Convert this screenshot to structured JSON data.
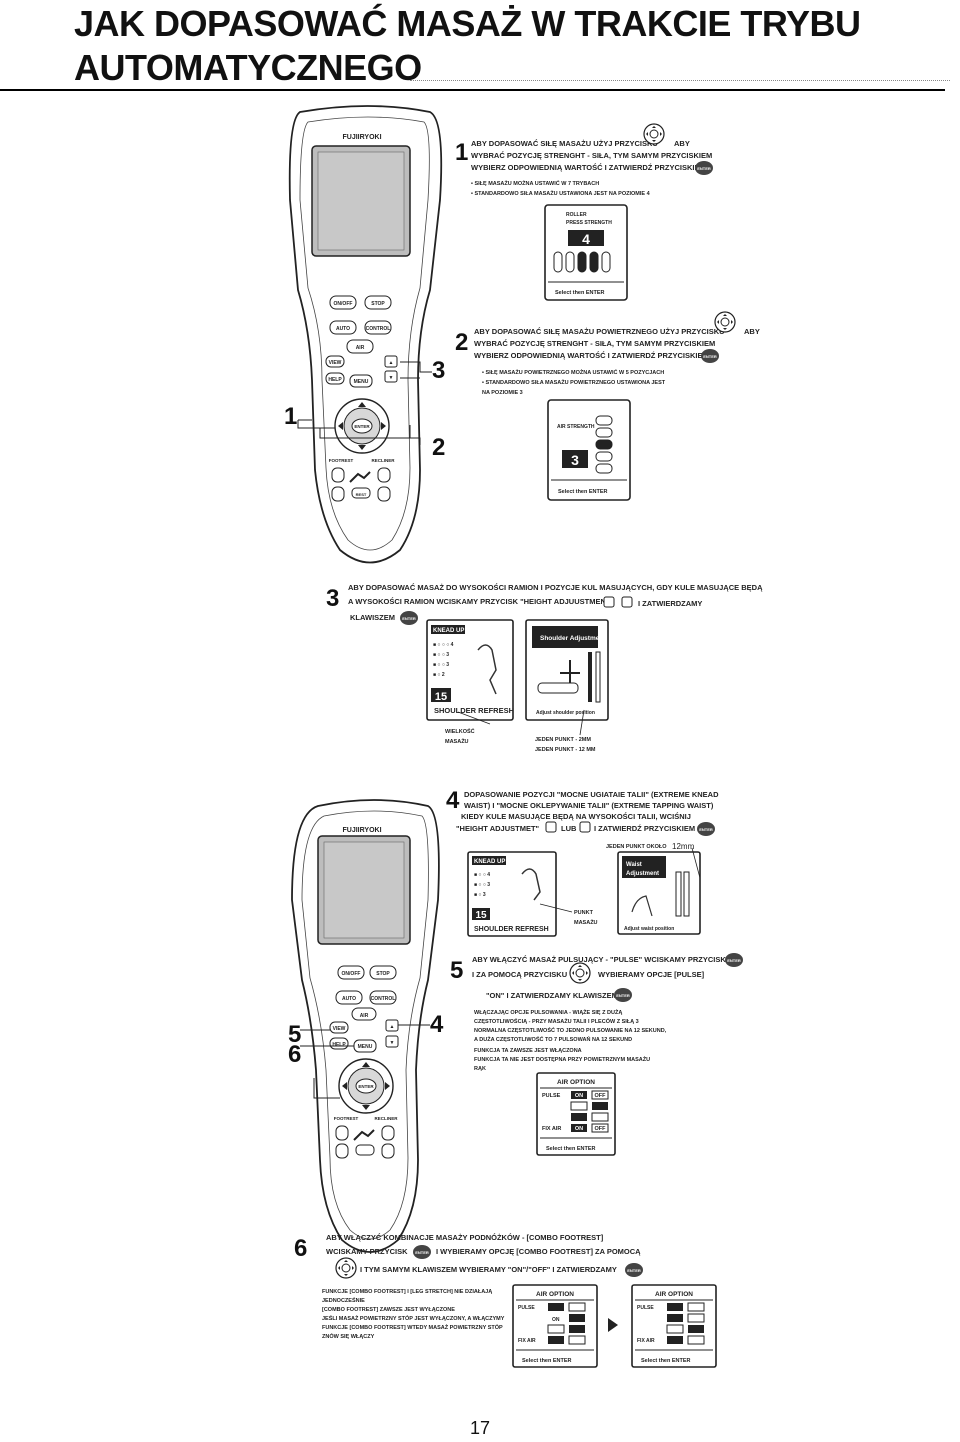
{
  "title": {
    "line1": "JAK DOPASOWAĆ MASAŻ W TRAKCIE TRYBU",
    "line2": "AUTOMATYCZNEGO"
  },
  "remote": {
    "brand": "FUJIIRYOKI",
    "buttons": [
      "ON/OFF",
      "STOP",
      "AUTO",
      "CONTROL",
      "AIR",
      "VIEW",
      "MENU",
      "HELP",
      "ENTER",
      "FOOTREST",
      "RECLINER",
      "REST"
    ]
  },
  "callouts": {
    "n1": "1",
    "n2": "2",
    "n3": "3",
    "n4": "4",
    "n5": "5",
    "n6": "6"
  },
  "step1": {
    "num": "1",
    "lines": [
      "ABY DOPASOWAĆ SIŁĘ MASAŻU UŻYJ PRZYCISKU",
      "ABY",
      "WYBRAĆ POZYCJĘ STRENGHT - SIŁA, TYM SAMYM PRZYCISKIEM",
      "WYBIERZ ODPOWIEDNIĄ WARTOŚĆ I ZATWIERDŹ PRZYCISKIEM"
    ],
    "notes": [
      "• SIŁĘ MASAŻU MOŻNA USTAWIĆ W 7 TRYBACH",
      "• STANDARDOWO SIŁA MASAŻU USTAWIONA JEST NA POZIOMIE 4"
    ],
    "screen": {
      "label1": "ROLLER",
      "label2": "PRESS STRENGTH",
      "value": "4",
      "footer": "Select then ENTER"
    }
  },
  "step2": {
    "num": "2",
    "lines": [
      "ABY DOPASOWAĆ SIŁĘ MASAŻU POWIETRZNEGO UŻYJ PRZYCISKU",
      "ABY",
      "WYBRAĆ POZYCJĘ STRENGHT - SIŁA, TYM SAMYM PRZYCISKIEM",
      "WYBIERZ ODPOWIEDNIĄ WARTOŚĆ I ZATWIERDŹ PRZYCISKIEM"
    ],
    "notes": [
      "• SIŁĘ MASAŻU POWIETRZNEGO MOŻNA USTAWIĆ W 5 POZYCJACH",
      "• STANDARDOWO SIŁA MASAŻU POWIETRZNEGO USTAWIONA JEST",
      "  NA POZIOMIE 3"
    ],
    "screen": {
      "label": "AIR STRENGTH",
      "value": "3",
      "footer": "Select then ENTER"
    }
  },
  "step3": {
    "num": "3",
    "lines": [
      "ABY DOPASOWAĆ MASAŻ DO WYSOKOŚCI RAMION I POZYCJE KUL MASUJĄCYCH, GDY KULE MASUJĄCE BĘDĄ",
      "A WYSOKOŚCI RAMION WCISKAMY PRZYCISK \"HEIGHT ADJUUSTMENT\"",
      "I ZATWIERDZAMY",
      "KLAWISZEM"
    ],
    "screen_left": {
      "header": "KNEAD UP",
      "value": "15",
      "footer": "SHOULDER REFRESH"
    },
    "screen_right": {
      "header": "Shoulder Adjustment",
      "footer": "Adjust shoulder position"
    },
    "caption_left": [
      "WIELKOŚĆ",
      "MASAŻU"
    ],
    "caption_right": [
      "JEDEN PUNKT - 2MM",
      "JEDEN PUNKT - 12 MM"
    ]
  },
  "step4": {
    "num": "4",
    "lines": [
      "DOPASOWANIE POZYCJI \"MOCNE UGIATAIE TALII\" (EXTREME KNEAD",
      "WAIST) I \"MOCNE OKLEPYWANIE TALII\" (EXTREME TAPPING WAIST)",
      "KIEDY KULE MASUJĄCE BĘDĄ NA WYSOKOŚCI TALII, WCIŚNIJ",
      "\"HEIGHT ADJUSTMET\"",
      "LUB",
      "I ZATWIERDŹ PRZYCISKIEM"
    ],
    "caption_top": "JEDEN PUNKT OKOŁO",
    "caption_mm": "12mm",
    "screen_left": {
      "header": "KNEAD UP",
      "value": "15",
      "footer": "SHOULDER REFRESH"
    },
    "caption_left": [
      "PUNKT",
      "MASAŻU"
    ],
    "screen_right": {
      "header": "Waist Adjustment",
      "footer": "Adjust waist position"
    }
  },
  "step5": {
    "num": "5",
    "lines": [
      "ABY WŁĄCZYĆ MASAŻ PULSUJĄCY - \"PULSE\" WCISKAMY PRZYCISK",
      "I ZA POMOCĄ PRZYCISKU",
      "WYBIERAMY OPCJE [PULSE]",
      "\"ON\" I ZATWIERDZAMY KLAWISZEM"
    ],
    "notes": [
      "WŁĄCZAJĄC OPCJE PULSOWANIA - WIĄŻE SIĘ Z DUŻĄ",
      "CZĘSTOTLIWOŚCIĄ - PRZY MASAŻU TALII I PLECÓW Z SIŁĄ 3",
      "NORMALNA CZĘSTOTLIWOŚĆ TO JEDNO PULSOWANIE NA 12 SEKUND,",
      "A DUŻA CZĘSTOTLIWOŚĆ TO 7 PULSOWAŃ NA 12 SEKUND",
      "FUNKCJA TA ZAWSZE JEST WŁĄCZONA",
      "FUNKCJA TA NIE JEST DOSTĘPNA PRZY POWIETRZNYM MASAŻU",
      "RĄK"
    ],
    "screen": {
      "header": "AIR OPTION",
      "rows": [
        "PULSE",
        "ON",
        "OFF",
        "FIX AIR",
        "ON",
        "OFF"
      ],
      "footer": "Select then ENTER"
    }
  },
  "step6": {
    "num": "6",
    "lines": [
      "ABY WŁĄCZYĆ KOMBINACJE MASAŻY PODNÓŻKÓW - [COMBO FOOTREST]",
      "WCISKAMY PRZYCISK",
      "I WYBIERAMY OPCJĘ [COMBO FOOTREST] ZA POMOCĄ",
      "I TYM SAMYM KLAWISZEM WYBIERAMY \"ON\"/\"OFF\" I ZATWIERDZAMY"
    ],
    "notes": [
      "FUNKCJE [COMBO FOOTREST] I [LEG STRETCH] NIE DZIAŁAJĄ",
      "JEDNOCZEŚNIE",
      "[COMBO FOOTREST] ZAWSZE JEST WYŁĄCZONE",
      "JEŚLI MASAŻ POWIETRZNY STÓP JEST WYŁĄCZONY, A WŁĄCZYMY",
      "FUNKCJE [COMBO FOOTREST] WTEDY MASAŻ POWIETRZNY STÓP",
      "ZNÓW SIĘ WŁĄCZY"
    ],
    "screen_a": {
      "header": "AIR OPTION",
      "footer": "Select then ENTER"
    },
    "screen_b": {
      "header": "AIR OPTION",
      "footer": "Select then ENTER"
    }
  },
  "page_number": "17"
}
